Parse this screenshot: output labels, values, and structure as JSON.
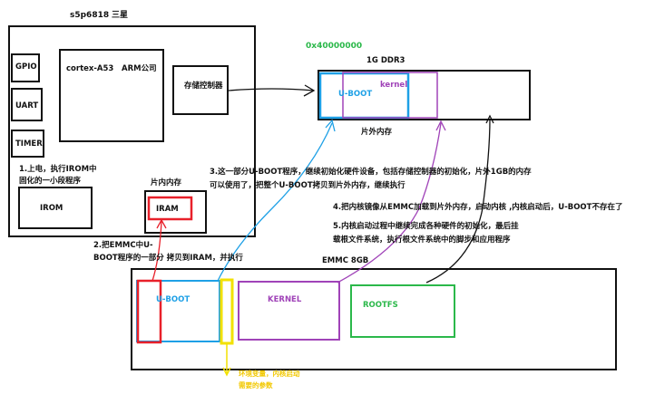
{
  "soc": {
    "title": "s5p6818",
    "vendor": "三星"
  },
  "cpu": {
    "core": "cortex-A53",
    "designer": "ARM公司"
  },
  "peripherals": {
    "gpio": "GPIO",
    "uart": "UART",
    "timer": "TIMER",
    "irom": "IROM"
  },
  "storage_controller": "存储控制器",
  "iram": {
    "label": "片内内存",
    "name": "IRAM"
  },
  "ddr": {
    "address": "0x40000000",
    "title": "1G DDR3",
    "uboot": "U-BOOT",
    "kernel": "kernel",
    "caption": "片外内存"
  },
  "emmc": {
    "title": "EMMC 8GB",
    "uboot": "U-BOOT",
    "kernel": "KERNEL",
    "rootfs": "ROOTFS"
  },
  "steps": {
    "s1": [
      "1.上电，执行IROM中",
      "固化的一小段程序"
    ],
    "s2": [
      "2.把EMMC中U-",
      "BOOT程序的一部分 拷贝到IRAM，并执行"
    ],
    "s3": [
      "3.这一部分U-BOOT程序，继续初始化硬件设备，包括存储控制器的初始化，片外1GB的内存",
      "可以使用了，把整个U-BOOT拷贝到片外内存，继续执行"
    ],
    "s4": "4.把内核镜像从EMMC加载到片外内存，启动内核 ,内核启动后，U-BOOT不存在了",
    "s5": [
      "5.内核启动过程中继续完成各种硬件的初始化，最后挂",
      "载根文件系统，执行根文件系统中的脚步和应用程序"
    ]
  },
  "env_note": [
    "环境变量，内核启动",
    "需要的参数"
  ],
  "colors": {
    "red": "#e8202a",
    "blue": "#1ea0e6",
    "purple": "#a043b8",
    "green": "#2bb84a",
    "yellow": "#f2e100",
    "black": "#111111"
  }
}
